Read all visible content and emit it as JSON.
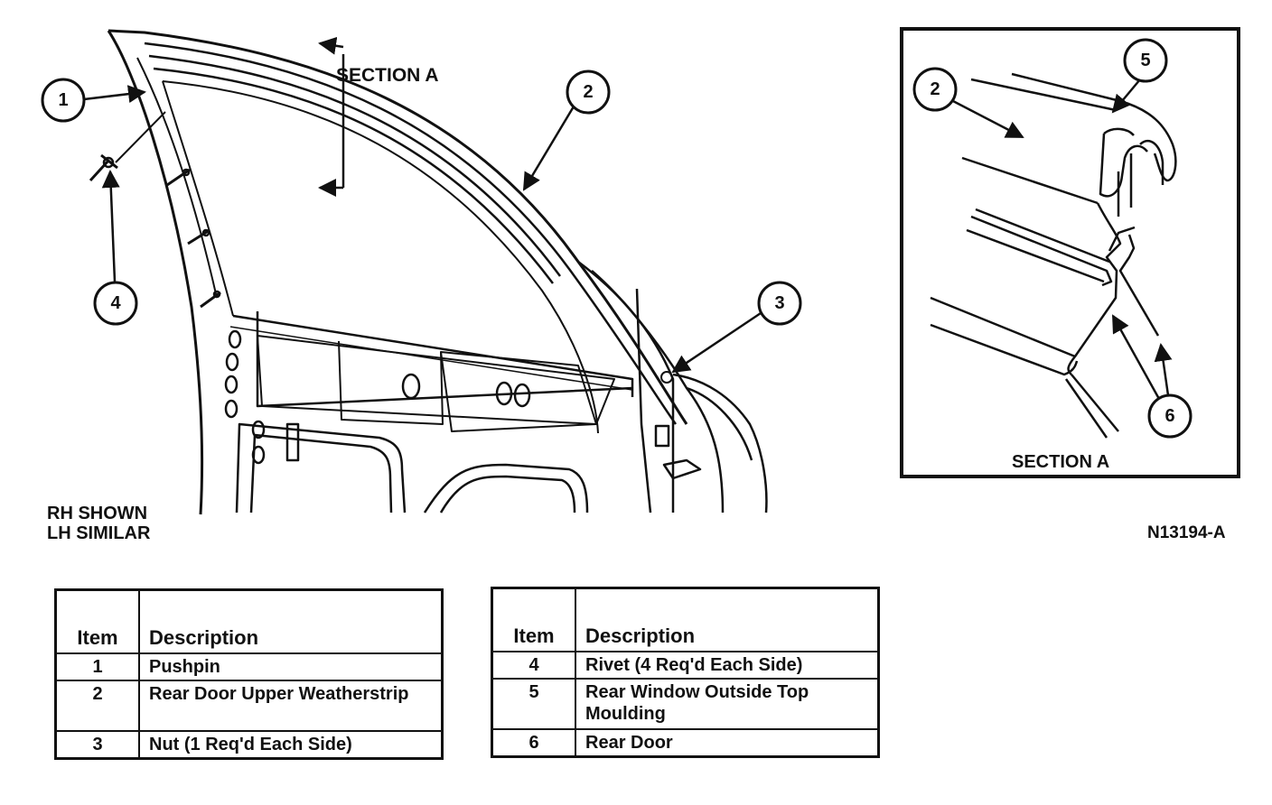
{
  "labels": {
    "section_a_main": "SECTION A",
    "section_a_inset": "SECTION A",
    "rh_shown": "RH SHOWN",
    "lh_similar": "LH SIMILAR",
    "figure_id": "N13194-A"
  },
  "callouts": {
    "c1": "1",
    "c2": "2",
    "c3": "3",
    "c4": "4",
    "inset_c2": "2",
    "inset_c5": "5",
    "inset_c6": "6"
  },
  "table_left": {
    "header_item": "Item",
    "header_description": "Description",
    "rows": [
      {
        "item": "1",
        "description": "Pushpin"
      },
      {
        "item": "2",
        "description": "Rear Door Upper Weatherstrip"
      },
      {
        "item": "3",
        "description": "Nut (1 Req'd Each Side)"
      }
    ]
  },
  "table_right": {
    "header_item": "Item",
    "header_description": "Description",
    "rows": [
      {
        "item": "4",
        "description": "Rivet (4 Req'd Each Side)"
      },
      {
        "item": "5",
        "description": "Rear Window Outside Top Moulding"
      },
      {
        "item": "6",
        "description": "Rear Door"
      }
    ]
  }
}
